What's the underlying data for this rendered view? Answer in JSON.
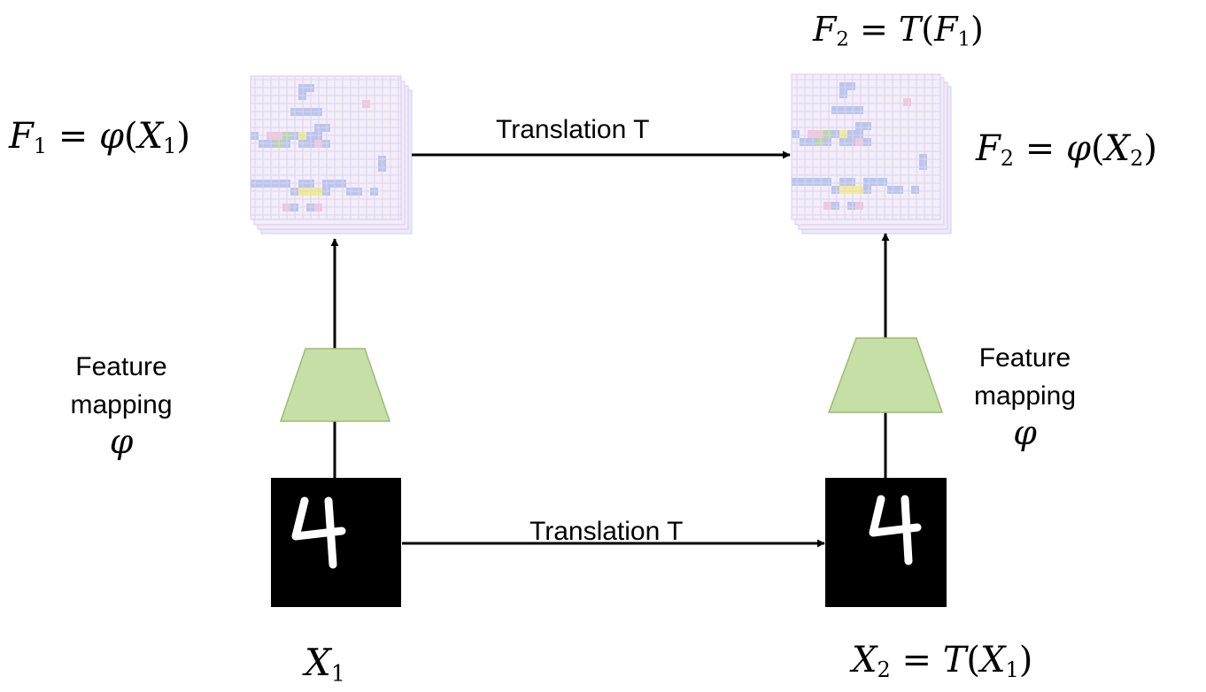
{
  "math": {
    "f1_label": {
      "lhs_sym": "F",
      "lhs_sub": "1",
      "op": "=",
      "fn": "φ",
      "arg_sym": "X",
      "arg_sub": "1"
    },
    "f2_top_label": {
      "lhs_sym": "F",
      "lhs_sub": "2",
      "op": "=",
      "fn": "T",
      "arg_sym": "F",
      "arg_sub": "1"
    },
    "f2_right_label": {
      "lhs_sym": "F",
      "lhs_sub": "2",
      "op": "=",
      "fn": "φ",
      "arg_sym": "X",
      "arg_sub": "2"
    },
    "x1_label": {
      "sym": "X",
      "sub": "1"
    },
    "x2_label": {
      "lhs_sym": "X",
      "lhs_sub": "2",
      "op": "=",
      "fn": "T",
      "arg_sym": "X",
      "arg_sub": "1"
    }
  },
  "arrows": {
    "top_translation_label": "Translation T",
    "bottom_translation_label": "Translation T"
  },
  "feature_mapping": {
    "left": {
      "line1": "Feature",
      "line2": "mapping",
      "symbol": "φ"
    },
    "right": {
      "line1": "Feature",
      "line2": "mapping",
      "symbol": "φ"
    }
  },
  "digits": {
    "left": "4",
    "right": "4"
  },
  "colors": {
    "trapezoid_fill": "#c5dfa6",
    "trapezoid_stroke": "#9cbb72",
    "feature_map_bg": "#f3eefa",
    "feature_map_grid": "#ddd3ef",
    "cell_blue": "#b8c6ee",
    "cell_yellow": "#f4ed8a",
    "cell_pink": "#f2c6dd",
    "cell_green": "#b8d8a0",
    "digit_bg": "#000000",
    "digit_stroke": "#ffffff"
  }
}
